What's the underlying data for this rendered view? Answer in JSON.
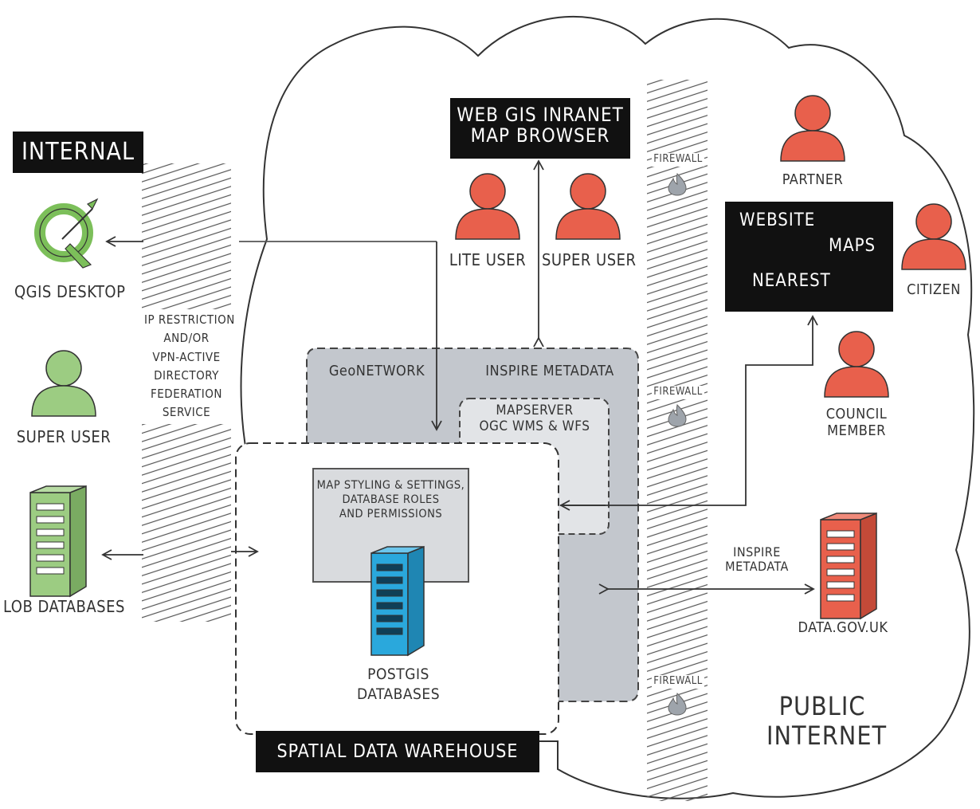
{
  "labels": {
    "internal": "Internal",
    "qgis_desktop": "QGis Desktop",
    "super_user_internal": "Super User",
    "lob_databases": "LoB Databases",
    "ip_restriction": [
      "IP Restriction",
      "and/or",
      "VPN-Active",
      "Directory",
      "Federation",
      "Service"
    ],
    "webgis": [
      "WEB GIS Inranet",
      "Map Browser"
    ],
    "lite_user": "Lite User",
    "super_user": "Super User",
    "firewall": "Firewall",
    "partner": "Partner",
    "website": "Website",
    "maps": "Maps",
    "nearest": "Nearest",
    "citizen": "Citizen",
    "council_member": [
      "Council",
      "Member"
    ],
    "geonetwork": "GeoNETWORK",
    "inspire_metadata_box": "INSPIRE METADATA",
    "mapserver": [
      "MapServer",
      "OGC WMS & WFS"
    ],
    "map_styling": [
      "Map Styling & Settings,",
      "Database Roles",
      "and permissions"
    ],
    "postgis": [
      "PostGIS",
      "Databases"
    ],
    "spatial_data_warehouse": "Spatial Data Warehouse",
    "inspire_metadata_arrow": [
      "INSPIRE",
      "METADATA"
    ],
    "data_gov_uk": "data.gov.uk",
    "public_internet": [
      "Public",
      "Internet"
    ]
  },
  "colors": {
    "user_red": "#e8604c",
    "user_green": "#9ccc82",
    "server_blue": "#2aa8dc",
    "geonetwork_gray": "#c3c7cd",
    "mapserver_gray": "#e2e4e7",
    "label_black": "#111111"
  }
}
